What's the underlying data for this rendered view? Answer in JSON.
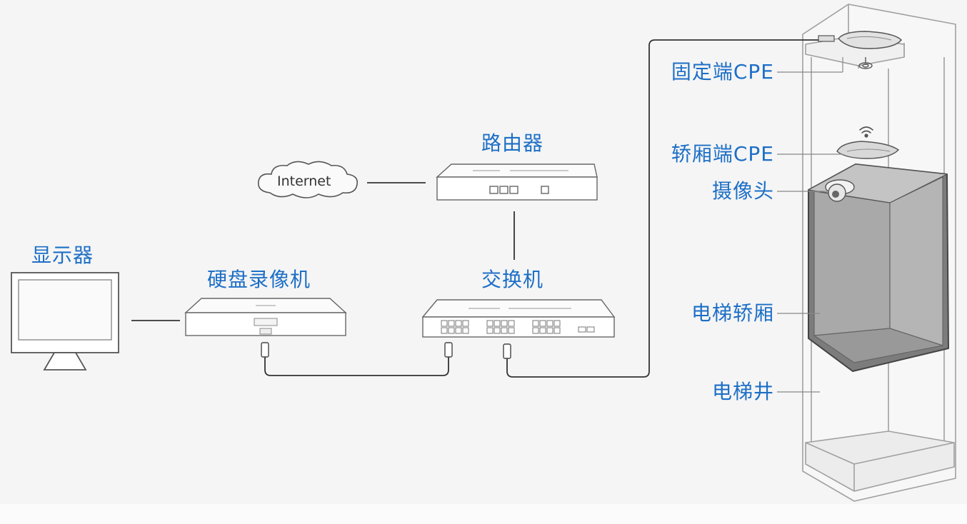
{
  "labels": {
    "display": "显示器",
    "nvr": "硬盘录像机",
    "router": "路由器",
    "switch": "交换机",
    "internet": "Internet",
    "fixed_cpe": "固定端CPE",
    "car_cpe": "轿厢端CPE",
    "camera": "摄像头",
    "elevator_car": "电梯轿厢",
    "elevator_shaft": "电梯井"
  },
  "colors": {
    "label": "#1d6fc6",
    "line": "#333333",
    "device_stroke": "#666666",
    "device_fill": "#ffffff",
    "car_fill": "#a9a9a9",
    "shaft_stroke": "#999999",
    "background": "#f5f5f5"
  }
}
